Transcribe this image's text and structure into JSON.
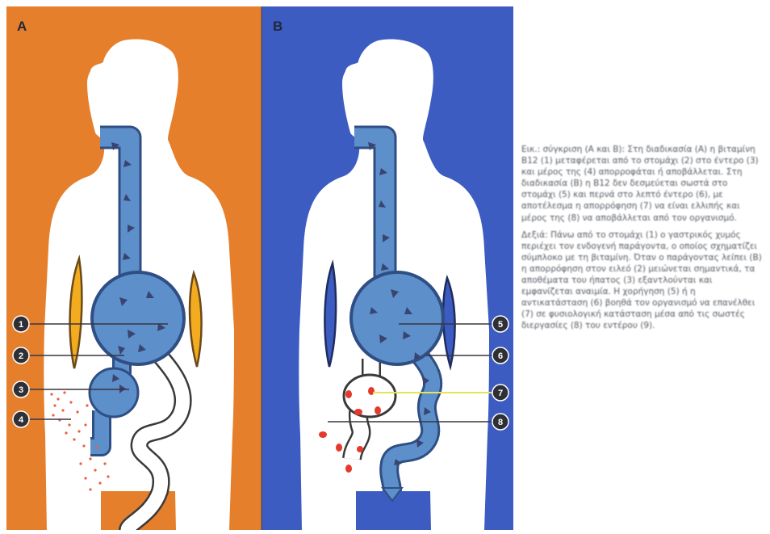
{
  "panels": {
    "a": {
      "label": "A",
      "background": "#e67f2c"
    },
    "b": {
      "label": "B",
      "background": "#3c5cc2"
    }
  },
  "markers": {
    "a": [
      "1",
      "2",
      "3",
      "4"
    ],
    "b": [
      "5",
      "6",
      "7",
      "8"
    ]
  },
  "colors": {
    "body": "#ffffff",
    "tract": "#5d8fca",
    "tract_outline": "#2f4f84",
    "particles": "#3a4470",
    "red_dots": "#e4392b",
    "kidney_a": "#f3ac1f",
    "kidney_b": "#3c5cc2",
    "marker": "#2f3036"
  },
  "caption": {
    "para1": "Εικ.: σύγκριση (Α και Β): Στη διαδικασία (Α) η βιταμίνη B12 (1) μεταφέρεται από το στομάχι (2) στο έντερο (3) και μέρος της (4) απορροφάται ή αποβάλλεται. Στη διαδικασία (Β) η B12 δεν δεσμεύεται σωστά στο στομάχι (5) και περνά στο λεπτό έντερο (6), με αποτέλεσμα η απορρόφηση (7) να είναι ελλιπής και μέρος της (8) να αποβάλλεται από τον οργανισμό.",
    "para2": "Δεξιά: Πάνω από το στομάχι (1) ο γαστρικός χυμός περιέχει τον ενδογενή παράγοντα, ο οποίος σχηματίζει σύμπλοκο με τη βιταμίνη. Όταν ο παράγοντας λείπει (Β) η απορρόφηση στον ειλεό (2) μειώνεται σημαντικά, τα αποθέματα του ήπατος (3) εξαντλούνται και εμφανίζεται αναιμία. Η χορήγηση (5) ή η αντικατάσταση (6) βοηθά τον οργανισμό να επανέλθει (7) σε φυσιολογική κατάσταση μέσα από τις σωστές διεργασίες (8) του εντέρου (9)."
  }
}
